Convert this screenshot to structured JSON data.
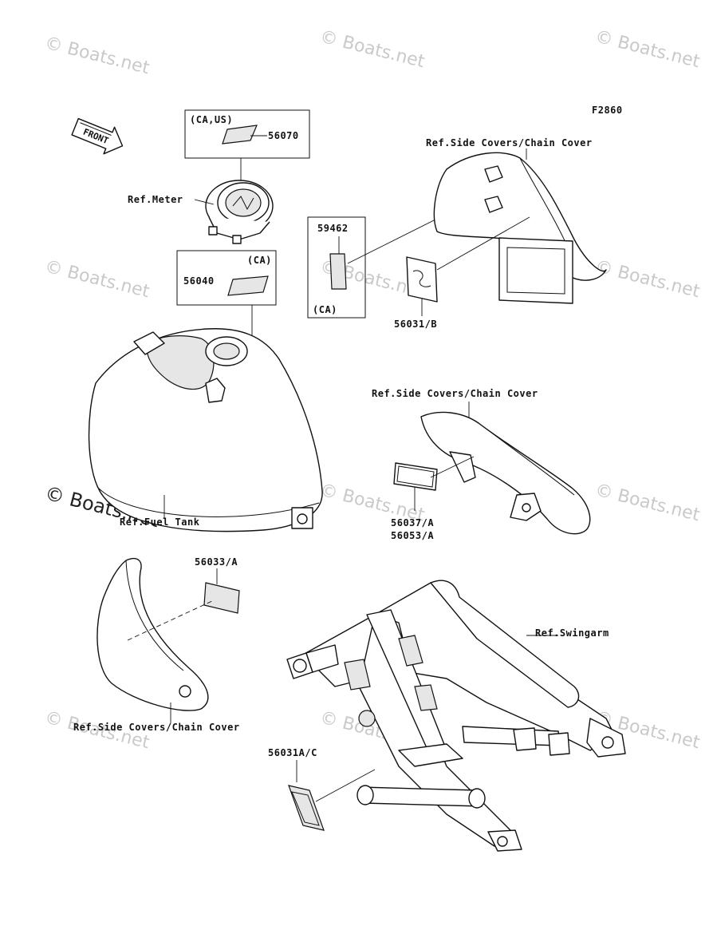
{
  "figure_code": "F2860",
  "front_arrow": "FRONT",
  "watermark": "© Boats.net",
  "labels": {
    "meter_box_region": "(CA,US)",
    "part_56070": "56070",
    "ref_meter": "Ref.Meter",
    "tank_box_region": "(CA)",
    "part_56040": "56040",
    "part_59462": "59462",
    "box_59462_region": "(CA)",
    "part_56031_b": "56031/B",
    "ref_side_covers_top": "Ref.Side Covers/Chain Cover",
    "ref_side_covers_mid": "Ref.Side Covers/Chain Cover",
    "part_56037_a": "56037/A",
    "part_56053_a": "56053/A",
    "ref_fuel_tank": "Ref.Fuel Tank",
    "part_56033_a": "56033/A",
    "ref_side_covers_bottom": "Ref.Side Covers/Chain Cover",
    "ref_swingarm": "Ref.Swingarm",
    "part_56031a_c": "56031A/C"
  }
}
